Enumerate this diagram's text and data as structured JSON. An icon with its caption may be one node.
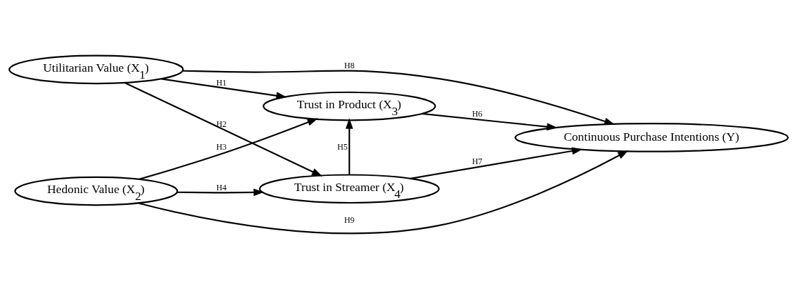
{
  "diagram": {
    "nodes": [
      {
        "text": [
          "Utilitarian Value (X$_{1}$)"
        ]
      },
      {
        "text": [
          "Hedonic Value (X$_{2}$)"
        ]
      },
      {
        "text": [
          "Trust in Product (X$_{3}$)"
        ]
      },
      {
        "text": [
          "Trust in Streamer (X$_{4}$)"
        ]
      },
      {
        "text": [
          "Continuous Purchase Intentions (Y)"
        ]
      }
    ],
    "edges": [
      {
        "from": 0,
        "to": 2,
        "arrow": "to",
        "label": "H1"
      },
      {
        "from": 0,
        "to": 3,
        "arrow": "to",
        "label": "H2"
      },
      {
        "from": 1,
        "to": 2,
        "arrow": "to",
        "label": "H3"
      },
      {
        "from": 1,
        "to": 3,
        "arrow": "to",
        "label": "H4"
      },
      {
        "from": 3,
        "to": 2,
        "arrow": "to",
        "label": "H5"
      },
      {
        "from": 2,
        "to": 4,
        "arrow": "to",
        "label": "H6"
      },
      {
        "from": 3,
        "to": 4,
        "arrow": "to",
        "label": "H7"
      },
      {
        "from": 0,
        "to": 4,
        "arrow": "to",
        "label": "H8"
      },
      {
        "from": 1,
        "to": 4,
        "arrow": "to",
        "label": "H9"
      }
    ]
  }
}
